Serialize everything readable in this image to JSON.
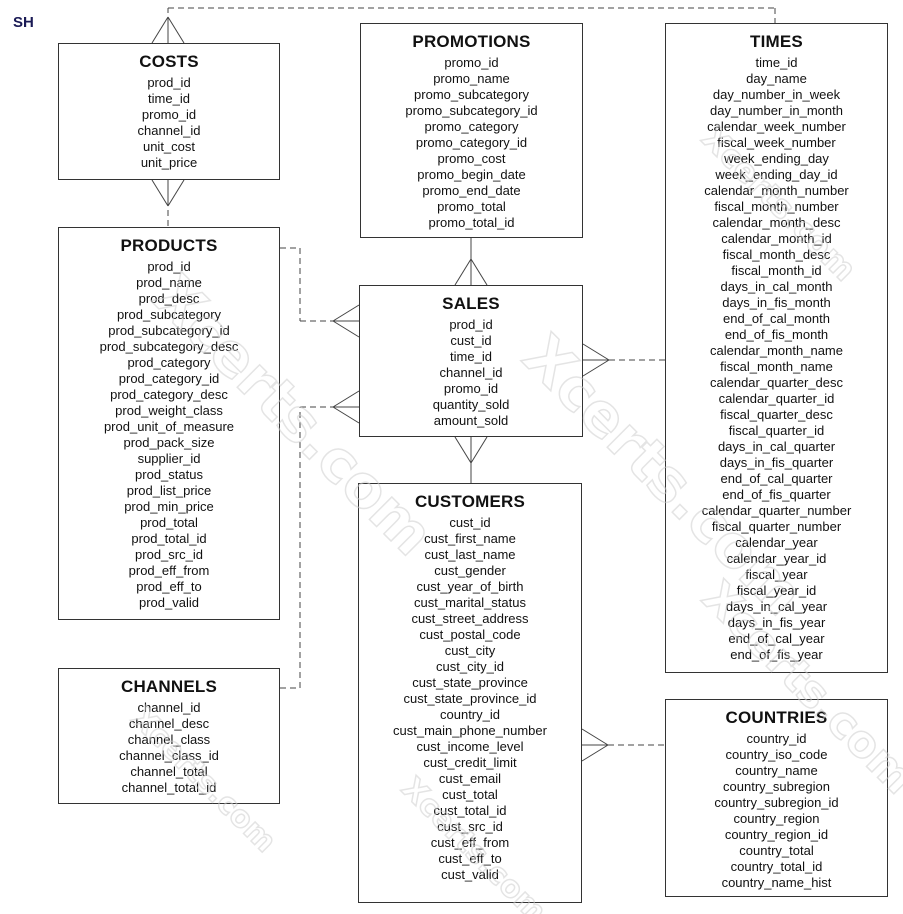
{
  "schema_label": "SH",
  "watermark": "Xcerts.com",
  "entities": [
    {
      "key": "costs",
      "name": "COSTS",
      "columns": [
        "prod_id",
        "time_id",
        "promo_id",
        "channel_id",
        "unit_cost",
        "unit_price"
      ]
    },
    {
      "key": "promotions",
      "name": "PROMOTIONS",
      "columns": [
        "promo_id",
        "promo_name",
        "promo_subcategory",
        "promo_subcategory_id",
        "promo_category",
        "promo_category_id",
        "promo_cost",
        "promo_begin_date",
        "promo_end_date",
        "promo_total",
        "promo_total_id"
      ]
    },
    {
      "key": "times",
      "name": "TIMES",
      "columns": [
        "time_id",
        "day_name",
        "day_number_in_week",
        "day_number_in_month",
        "calendar_week_number",
        "fiscal_week_number",
        "week_ending_day",
        "week_ending_day_id",
        "calendar_month_number",
        "fiscal_month_number",
        "calendar_month_desc",
        "calendar_month_id",
        "fiscal_month_desc",
        "fiscal_month_id",
        "days_in_cal_month",
        "days_in_fis_month",
        "end_of_cal_month",
        "end_of_fis_month",
        "calendar_month_name",
        "fiscal_month_name",
        "calendar_quarter_desc",
        "calendar_quarter_id",
        "fiscal_quarter_desc",
        "fiscal_quarter_id",
        "days_in_cal_quarter",
        "days_in_fis_quarter",
        "end_of_cal_quarter",
        "end_of_fis_quarter",
        "calendar_quarter_number",
        "fiscal_quarter_number",
        "calendar_year",
        "calendar_year_id",
        "fiscal_year",
        "fiscal_year_id",
        "days_in_cal_year",
        "days_in_fis_year",
        "end_of_cal_year",
        "end_of_fis_year"
      ]
    },
    {
      "key": "products",
      "name": "PRODUCTS",
      "columns": [
        "prod_id",
        "prod_name",
        "prod_desc",
        "prod_subcategory",
        "prod_subcategory_id",
        "prod_subcategory_desc",
        "prod_category",
        "prod_category_id",
        "prod_category_desc",
        "prod_weight_class",
        "prod_unit_of_measure",
        "prod_pack_size",
        "supplier_id",
        "prod_status",
        "prod_list_price",
        "prod_min_price",
        "prod_total",
        "prod_total_id",
        "prod_src_id",
        "prod_eff_from",
        "prod_eff_to",
        "prod_valid"
      ]
    },
    {
      "key": "sales",
      "name": "SALES",
      "columns": [
        "prod_id",
        "cust_id",
        "time_id",
        "channel_id",
        "promo_id",
        "quantity_sold",
        "amount_sold"
      ]
    },
    {
      "key": "channels",
      "name": "CHANNELS",
      "columns": [
        "channel_id",
        "channel_desc",
        "channel_class",
        "channel_class_id",
        "channel_total",
        "channel_total_id"
      ]
    },
    {
      "key": "customers",
      "name": "CUSTOMERS",
      "columns": [
        "cust_id",
        "cust_first_name",
        "cust_last_name",
        "cust_gender",
        "cust_year_of_birth",
        "cust_marital_status",
        "cust_street_address",
        "cust_postal_code",
        "cust_city",
        "cust_city_id",
        "cust_state_province",
        "cust_state_province_id",
        "country_id",
        "cust_main_phone_number",
        "cust_income_level",
        "cust_credit_limit",
        "cust_email",
        "cust_total",
        "cust_total_id",
        "cust_src_id",
        "cust_eff_from",
        "cust_eff_to",
        "cust_valid"
      ]
    },
    {
      "key": "countries",
      "name": "COUNTRIES",
      "columns": [
        "country_id",
        "country_iso_code",
        "country_name",
        "country_subregion",
        "country_subregion_id",
        "country_region",
        "country_region_id",
        "country_total",
        "country_total_id",
        "country_name_hist"
      ]
    }
  ]
}
